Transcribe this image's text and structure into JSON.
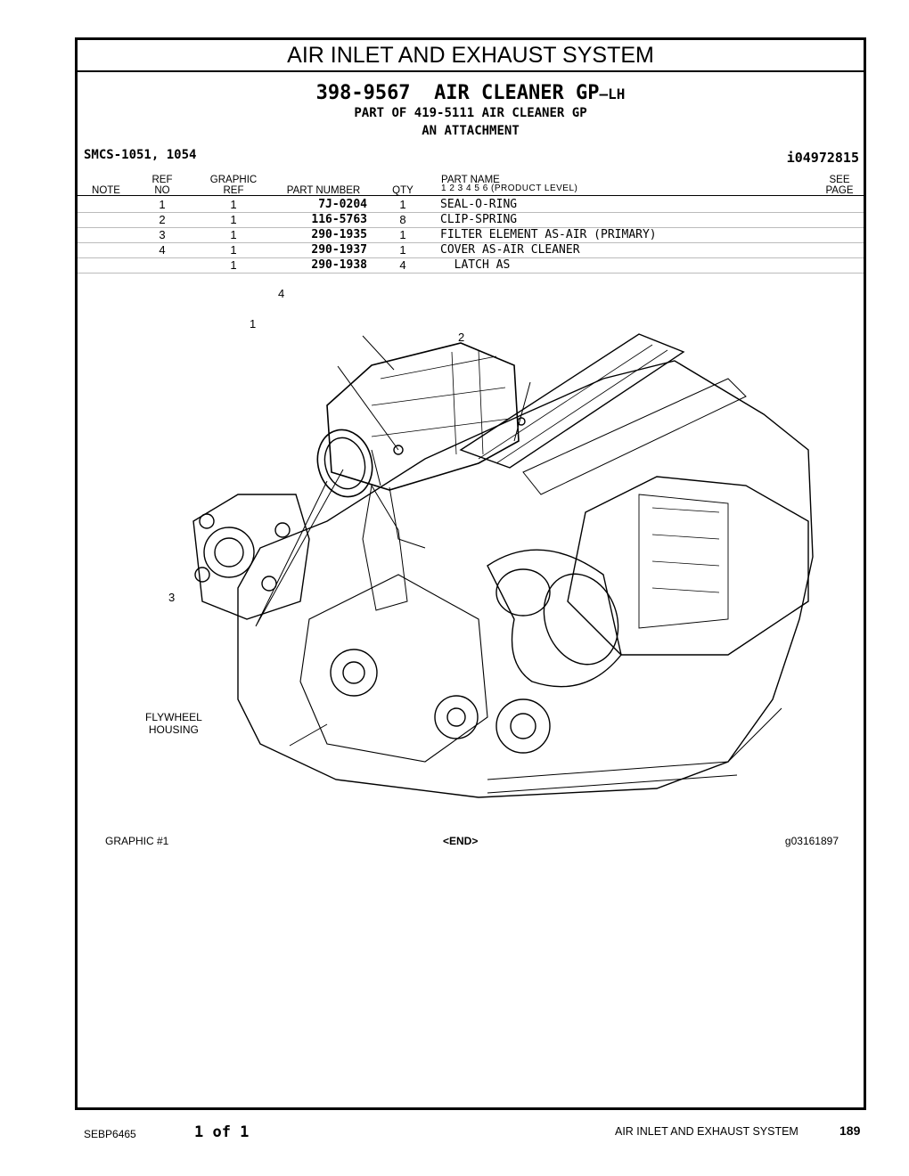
{
  "section_title": "AIR INLET AND EXHAUST SYSTEM",
  "group": {
    "number": "398-9567",
    "name": "AIR CLEANER GP",
    "suffix": "—LH",
    "part_of": "PART OF 419-5111 AIR CLEANER GP",
    "attachment": "AN ATTACHMENT"
  },
  "smcs": "SMCS-1051, 1054",
  "doc_id": "i04972815",
  "headers": {
    "note": "NOTE",
    "ref_no_1": "REF",
    "ref_no_2": "NO",
    "graphic_ref_1": "GRAPHIC",
    "graphic_ref_2": "REF",
    "part_number": "PART NUMBER",
    "qty": "QTY",
    "part_name": "PART NAME",
    "product_level": "1   2   3   4   5   6   (PRODUCT LEVEL)",
    "see_page_1": "SEE",
    "see_page_2": "PAGE"
  },
  "rows": [
    {
      "ref": "1",
      "gref": "1",
      "pn": "7J-0204",
      "qty": "1",
      "name": "SEAL-O-RING"
    },
    {
      "ref": "2",
      "gref": "1",
      "pn": "116-5763",
      "qty": "8",
      "name": "CLIP-SPRING"
    },
    {
      "ref": "3",
      "gref": "1",
      "pn": "290-1935",
      "qty": "1",
      "name": "FILTER ELEMENT AS-AIR (PRIMARY)"
    },
    {
      "ref": "4",
      "gref": "1",
      "pn": "290-1937",
      "qty": "1",
      "name": "COVER AS-AIR CLEANER"
    },
    {
      "ref": "",
      "gref": "1",
      "pn": "290-1938",
      "qty": "4",
      "name": "  LATCH AS"
    }
  ],
  "callouts": {
    "c1": "1",
    "c2": "2",
    "c3": "3",
    "c4": "4"
  },
  "flywheel_label_1": "FLYWHEEL",
  "flywheel_label_2": "HOUSING",
  "graphic_caption": "GRAPHIC #1",
  "end_marker": "<END>",
  "graphic_id": "g03161897",
  "footer": {
    "doc": "SEBP6465",
    "page_of": "1 of 1",
    "section": "AIR INLET AND EXHAUST SYSTEM",
    "page": "189"
  }
}
